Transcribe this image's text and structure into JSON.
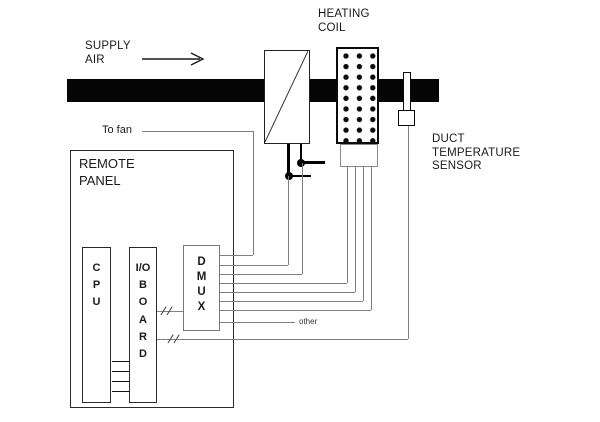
{
  "labels": {
    "supply_air_line1": "SUPPLY",
    "supply_air_line2": "AIR",
    "heating_coil_line1": "HEATING",
    "heating_coil_line2": "COIL",
    "duct_sensor_line1": "DUCT",
    "duct_sensor_line2": "TEMPERATURE",
    "duct_sensor_line3": "SENSOR",
    "to_fan": "To fan",
    "remote_panel_line1": "REMOTE",
    "remote_panel_line2": "PANEL",
    "other": "other"
  },
  "components": {
    "cpu": {
      "letters": [
        "C",
        "P",
        "U"
      ]
    },
    "io_board": {
      "letters": [
        "I/O",
        "B",
        "O",
        "A",
        "R",
        "D"
      ]
    },
    "dmux": {
      "letters": [
        "D",
        "M",
        "U",
        "X"
      ]
    }
  },
  "colors": {
    "duct": "#050505",
    "wire": "#808080",
    "outline": "#1a1a1a"
  }
}
